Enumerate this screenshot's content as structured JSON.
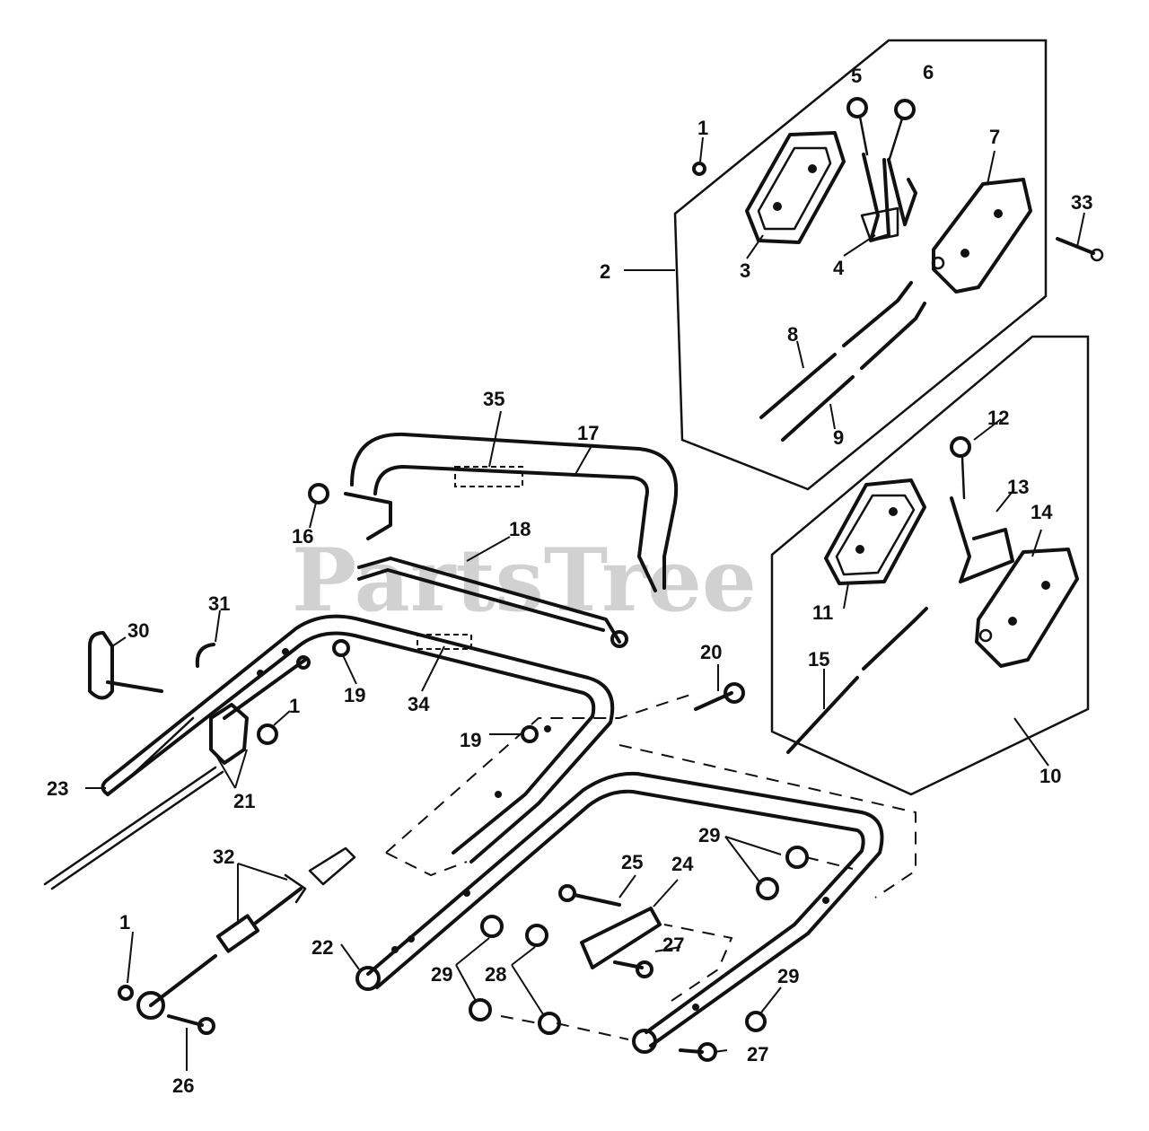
{
  "watermark": "PartsTree",
  "callouts": [
    "1",
    "2",
    "3",
    "4",
    "5",
    "6",
    "7",
    "8",
    "9",
    "10",
    "11",
    "12",
    "13",
    "14",
    "15",
    "16",
    "17",
    "18",
    "19",
    "20",
    "21",
    "22",
    "23",
    "24",
    "25",
    "26",
    "27",
    "28",
    "29",
    "30",
    "31",
    "32",
    "33",
    "34",
    "35"
  ]
}
